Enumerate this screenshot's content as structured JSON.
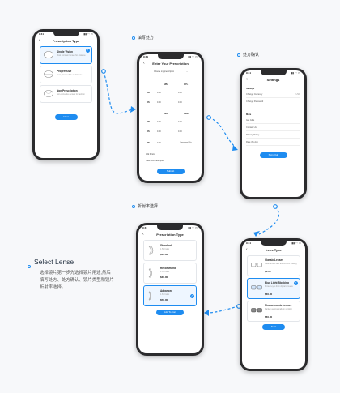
{
  "status_time": "9:41",
  "step_labels": {
    "fill_prescription": "填写处方",
    "confirm_prescription": "处方确认",
    "refractive_index": "折射率选择"
  },
  "aside": {
    "title": "Select Lense",
    "description": "选择镜片第一步先选择镜片用途,然后填写处方、处方确认、镜片类型和镜片折射率选择。"
  },
  "screen1": {
    "title": "Prescription Type",
    "options": [
      {
        "name": "Single Vision",
        "desc": "Most common lenses for distance"
      },
      {
        "name": "Progressive",
        "desc": "Near, intermediate & distance"
      },
      {
        "name": "Non Prescription",
        "desc": "Non-corrective lenses for fashion"
      }
    ],
    "button": "Next"
  },
  "screen2": {
    "title": "Enter Your Prescription",
    "choose": "Choose my prescription",
    "col_sph": "SPH",
    "col_cyl": "CYL",
    "col_axis": "Axis",
    "col_add": "ADD",
    "row_od": "OD",
    "row_os": "OS",
    "row_pd": "PD",
    "val": "0.00",
    "two_pd": "I have two PDs",
    "add_prism": "Add Prism",
    "save": "Save this Prescription",
    "button": "Submit"
  },
  "screen3": {
    "title": "Settings",
    "group1": "Settings",
    "rows1": [
      {
        "label": "Change Currency",
        "value": "USD"
      },
      {
        "label": "Change Password",
        "value": ""
      }
    ],
    "group2": "More",
    "rows2": [
      "Get Gifts",
      "Contact Us",
      "Privacy Policy",
      "Rate the App"
    ],
    "button": "Sign Out"
  },
  "screen4": {
    "title": "Prescription Type",
    "options": [
      {
        "name": "Standard",
        "desc": "1.50 Index",
        "price": "$10.00"
      },
      {
        "name": "Recommend",
        "desc": "1.61 Index",
        "price": "$30.00"
      },
      {
        "name": "Advanced",
        "desc": "1.67 Index",
        "price": "$50.00"
      }
    ],
    "button": "Add To Cart"
  },
  "screen5": {
    "title": "Lens Type",
    "options": [
      {
        "name": "Classic Lenses",
        "desc": "Clear lenses with anti-scratch coating",
        "price": "$0.00"
      },
      {
        "name": "Blue Light Blocking",
        "desc": "Protect eyes from digital screens",
        "price": "$30.00"
      },
      {
        "name": "Photochromic Lenses",
        "desc": "Darken automatically in sunlight",
        "price": "$60.00"
      }
    ],
    "button": "Next"
  },
  "colors": {
    "accent": "#1e8cf0",
    "phone": "#2b2b2d"
  }
}
